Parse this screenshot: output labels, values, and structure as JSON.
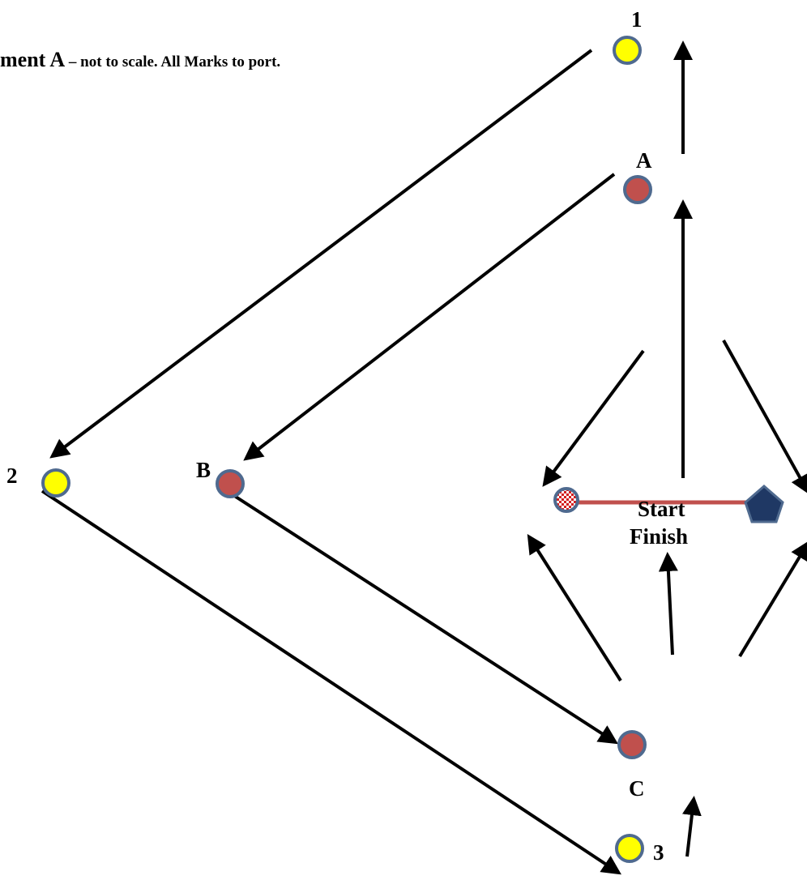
{
  "title": {
    "prefix": "ment A",
    "dash": " – ",
    "subtitle": "not to scale. All Marks to port."
  },
  "marks": {
    "one": "1",
    "two": "2",
    "three": "3",
    "a": "A",
    "b": "B",
    "c": "C"
  },
  "line": {
    "start": "Start",
    "finish": "Finish"
  },
  "colors": {
    "yellow_mark": "#ffff00",
    "red_mark": "#c0504d",
    "mark_outline": "#4f6a8f",
    "line_color": "#c0504d",
    "committee_boat": "#1f3864",
    "arrow": "#000000"
  },
  "icons": {
    "pin_end": "checkered-pin-buoy-icon",
    "committee": "committee-boat-icon"
  }
}
